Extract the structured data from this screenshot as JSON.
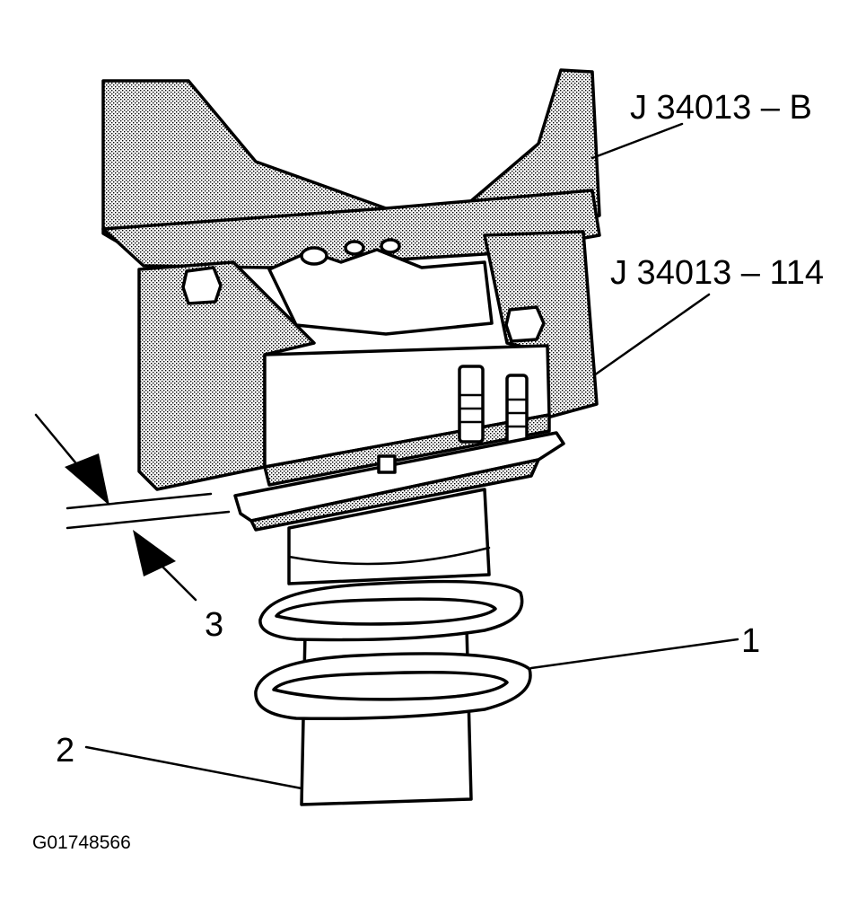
{
  "callouts": {
    "tool_frame": "J 34013 – B",
    "tool_adapter": "J 34013 – 114",
    "item_1": "1",
    "item_2": "2",
    "item_3": "3"
  },
  "figure_id": "G01748566",
  "colors": {
    "ink": "#000000",
    "shading": "#c8c8c8",
    "paper": "#ffffff"
  }
}
